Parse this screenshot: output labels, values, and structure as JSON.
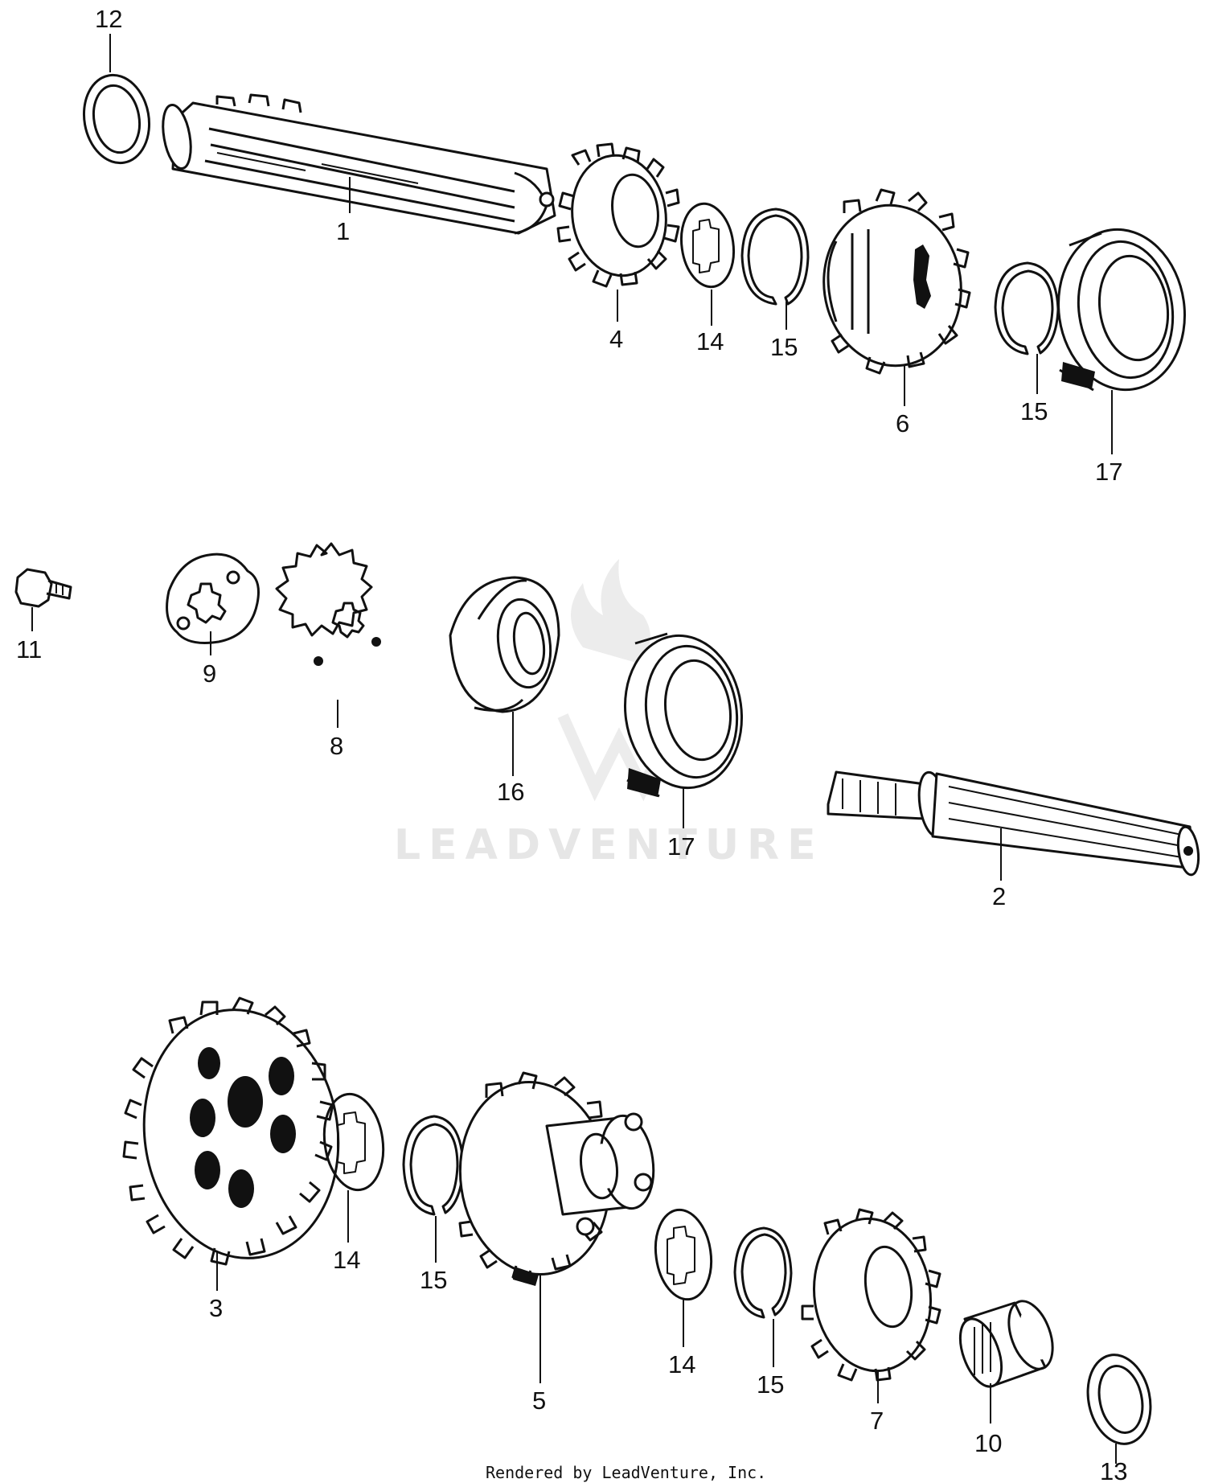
{
  "callouts": {
    "c1": "1",
    "c2": "2",
    "c3": "3",
    "c4": "4",
    "c5": "5",
    "c6": "6",
    "c7": "7",
    "c8": "8",
    "c9": "9",
    "c10": "10",
    "c11": "11",
    "c12": "12",
    "c13": "13",
    "c14a": "14",
    "c14b": "14",
    "c14c": "14",
    "c15a": "15",
    "c15b": "15",
    "c15c": "15",
    "c15d": "15",
    "c16": "16",
    "c17a": "17",
    "c17b": "17"
  },
  "watermark": "LEADVENTURE",
  "footer": "Rendered by LeadVenture, Inc."
}
